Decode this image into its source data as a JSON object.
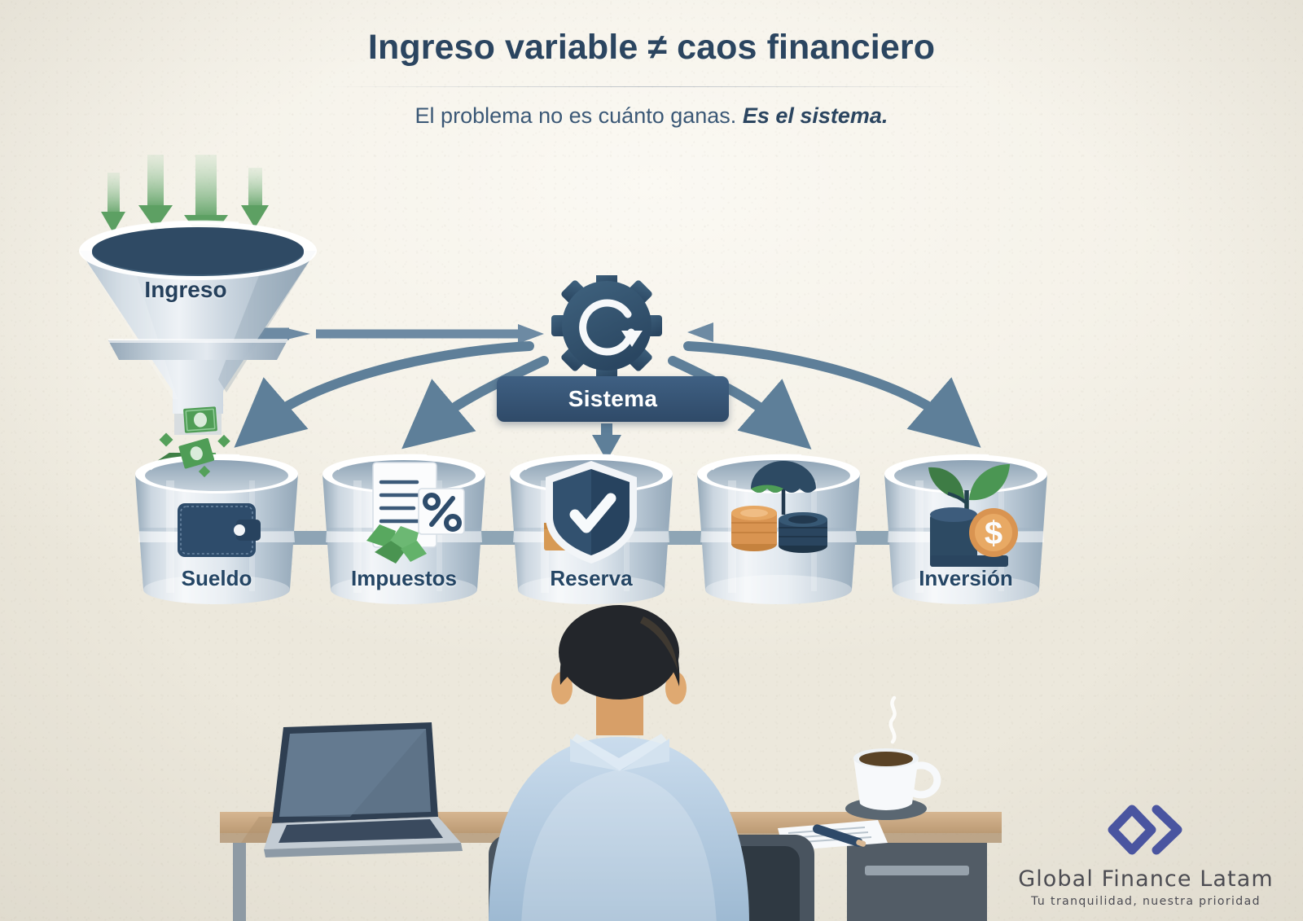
{
  "header": {
    "title": "Ingreso variable ≠ caos financiero",
    "subtitle_plain": "El problema no es cuánto ganas. ",
    "subtitle_emphasis": "Es el sistema."
  },
  "funnel": {
    "label": "Ingreso",
    "inflow_arrows": 4,
    "inflow_color": "#6fae74",
    "body_color": "#c3ced8",
    "outflow_icon": "money-bill-icon"
  },
  "system": {
    "label": "Sistema",
    "icon": "gear-refresh-icon",
    "gear_color": "#32506f",
    "badge_color": "#355a80"
  },
  "buckets": [
    {
      "label": "Sueldo",
      "icon": "wallet-icon",
      "accent": "#2e4c6b"
    },
    {
      "label": "Impuestos",
      "icon": "document-percent-icon",
      "accent": "#2e4c6b"
    },
    {
      "label": "Reserva",
      "icon": "shield-check-icon",
      "accent": "#27435f"
    },
    {
      "label": "",
      "icon": "coins-umbrella-icon",
      "accent": "#c98a42"
    },
    {
      "label": "Inversión",
      "icon": "plant-coin-icon",
      "accent": "#3f7d46"
    }
  ],
  "scene": {
    "person": "person-back-view",
    "laptop": "laptop-icon",
    "coffee": "coffee-cup-icon",
    "notebook": "notebook-pen-icon",
    "desk_color": "#c9a985",
    "shirt_color": "#aec7dc"
  },
  "logo": {
    "mark": "diamond-chevron-logo-icon",
    "mark_color": "#4a55a0",
    "name": "Global Finance Latam",
    "tagline": "Tu tranquilidad, nuestra  prioridad"
  },
  "palette": {
    "background": "#f4f1e7",
    "arrow": "#6d8aa3",
    "ink": "#2b4560",
    "green": "#59a05f"
  }
}
